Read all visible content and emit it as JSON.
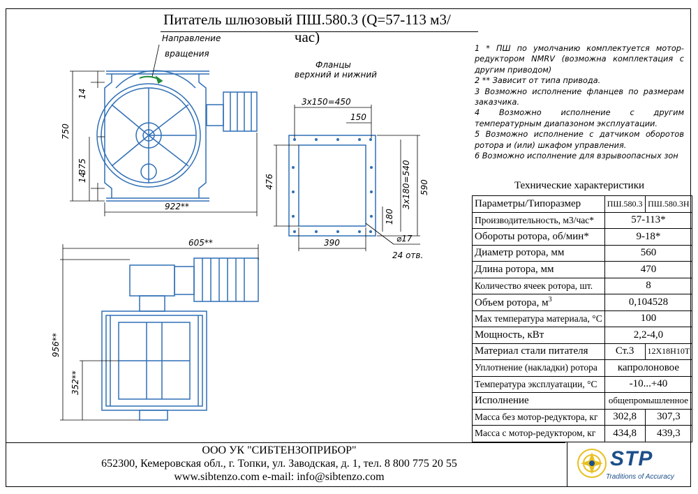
{
  "title": "Питатель шлюзовый ПШ.580.3 (Q=57-113 м3/час)",
  "drawing": {
    "rotation_label_1": "Направление",
    "rotation_label_2": "вращения",
    "flanges_label_1": "Фланцы",
    "flanges_label_2": "верхний и нижний",
    "dims": {
      "d750": "750",
      "d375": "375",
      "d14a": "14",
      "d14b": "14",
      "d922": "922**",
      "d3x150": "3x150=450",
      "d150": "150",
      "d476": "476",
      "d590": "590",
      "d3x180": "3x180=540",
      "d180": "180",
      "d390": "390",
      "d17": "⌀17",
      "d24": "24 отв.",
      "d605": "605**",
      "d956": "956**",
      "d352": "352**"
    }
  },
  "notes": [
    "1 * ПШ по умолчанию комплектуется мотор-редуктором NMRV (возможна комплектация с другим приводом)",
    "2 ** Зависит от типа привода.",
    "3 Возможно исполнение фланцев по размерам заказчика.",
    "4 Возможно исполнение с другим температурным диапазоном эксплуатации.",
    "5 Возможно исполнение с датчиком оборотов ротора и (или) шкафом управления.",
    "6 Возможно исполнение для взрывоопасных зон"
  ],
  "spec": {
    "title": "Технические характеристики",
    "header": {
      "param": "Параметры/Типоразмер",
      "col1": "ПШ.580.3",
      "col2": "ПШ.580.3Н"
    },
    "rows": [
      {
        "param": "Производительность, м3/час*",
        "value": "57-113*"
      },
      {
        "param": "Обороты ротора, об/мин*",
        "value": "9-18*"
      },
      {
        "param": "Диаметр ротора, мм",
        "value": "560"
      },
      {
        "param": "Длина ротора, мм",
        "value": "470"
      },
      {
        "param": "Количество ячеек ротора, шт.",
        "value": "8"
      },
      {
        "param": "Объем ротора, м",
        "sup": "3",
        "value": "0,104528"
      },
      {
        "param": "Мах температура материала, °C",
        "value": "100"
      },
      {
        "param": "Мощность, кВт",
        "value": "2,2-4,0"
      }
    ],
    "material": {
      "param": "Материал стали питателя",
      "v1": "Ст.3",
      "v2": "12Х18Н10Т"
    },
    "rows2": [
      {
        "param": "Уплотнение (накладки) ротора",
        "value": "капролоновое"
      },
      {
        "param": "Температура эксплуатации, °C",
        "value": "-10...+40"
      },
      {
        "param": "Исполнение",
        "value": "общепромышленное"
      }
    ],
    "mass1": {
      "param": "Масса без мотор-редуктора, кг",
      "v1": "302,8",
      "v2": "307,3"
    },
    "mass2": {
      "param": "Масса с мотор-редуктором, кг",
      "v1": "434,8",
      "v2": "439,3"
    }
  },
  "footer": {
    "company": "ООО УК \"СИБТЕНЗОПРИБОР\"",
    "address": "652300, Кемеровская обл., г. Топки, ул. Заводская, д. 1, тел. 8 800 775 20 55",
    "web": "www.sibtenzo.com e-mail: info@sibtenzo.com",
    "brand": "STP",
    "slogan": "Traditions of Accuracy"
  },
  "colors": {
    "drawing": "#2f6fb5",
    "dims": "#000000",
    "brand": "#1c4f8a",
    "logo_accent": "#e8c020"
  }
}
